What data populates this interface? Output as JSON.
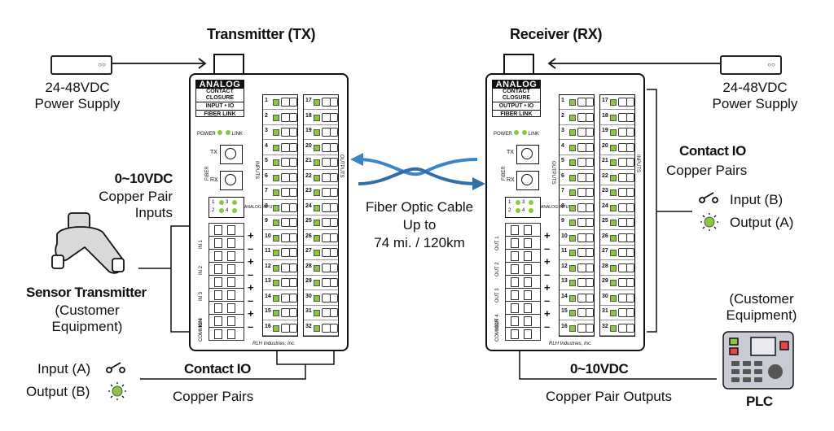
{
  "tx": {
    "title": "Transmitter (TX)",
    "power_supply": [
      "24-48VDC",
      "Power Supply"
    ],
    "brand": [
      "ANALOG",
      "CONTACT CLOSURE",
      "INPUT • IO",
      "FIBER LINK"
    ],
    "leds": "POWER",
    "link": "LINK",
    "fiber": "FIBER",
    "tx_port": "TX",
    "rx_port": "RX",
    "inputs": "INPUTS",
    "outputs": "OUTPUTS",
    "analog": "ANALOG INPUTS",
    "channels": [
      "IN 1",
      "IN 2",
      "IN 3",
      "IN 4"
    ],
    "common": "COMMON",
    "maker": "RLH Industries, Inc."
  },
  "rx": {
    "title": "Receiver (RX)",
    "power_supply": [
      "24-48VDC",
      "Power Supply"
    ],
    "brand": [
      "ANALOG",
      "CONTACT CLOSURE",
      "OUTPUT • IO",
      "FIBER LINK"
    ],
    "leds": "POWER",
    "link": "LINK",
    "fiber": "FIBER",
    "tx_port": "TX",
    "rx_port": "RX",
    "inputs": "INPUTS",
    "outputs": "OUTPUTS",
    "analog": "ANALOG INPUTS",
    "channels": [
      "OUT 1",
      "OUT 2",
      "OUT 3",
      "OUT 4"
    ],
    "common": "COMMON",
    "maker": "RLH Industries, Inc."
  },
  "left_col": [
    "1",
    "2",
    "3",
    "4",
    "5",
    "6",
    "7",
    "8",
    "9",
    "10",
    "11",
    "12",
    "13",
    "14",
    "15",
    "16"
  ],
  "right_col": [
    "17",
    "18",
    "19",
    "20",
    "21",
    "22",
    "23",
    "24",
    "25",
    "26",
    "27",
    "28",
    "29",
    "30",
    "31",
    "32"
  ],
  "analog_nums": [
    "1",
    "3",
    "2",
    "4"
  ],
  "fiber_cable": [
    "Fiber Optic Cable",
    "Up to",
    "74 mi. / 120km"
  ],
  "left_side": {
    "analog_title": "0~10VDC",
    "analog_sub": [
      "Copper Pair",
      "Inputs"
    ],
    "sensor_title": "Sensor Transmitter",
    "sensor_sub": [
      "(Customer",
      "Equipment)"
    ],
    "input_label": "Input (A)",
    "output_label": "Output (B)"
  },
  "bottom_left": {
    "title": "Contact IO",
    "sub": "Copper Pairs"
  },
  "bottom_right": {
    "title": "0~10VDC",
    "sub": "Copper Pair Outputs"
  },
  "right_side": {
    "contact_title": "Contact IO",
    "contact_sub": "Copper Pairs",
    "input_label": "Input (B)",
    "output_label": "Output (A)",
    "plc_sub": [
      "(Customer",
      "Equipment)"
    ],
    "plc_title": "PLC"
  },
  "colors": {
    "led_green": "#8bc63f",
    "fiber_blue": "#3b86c6"
  }
}
